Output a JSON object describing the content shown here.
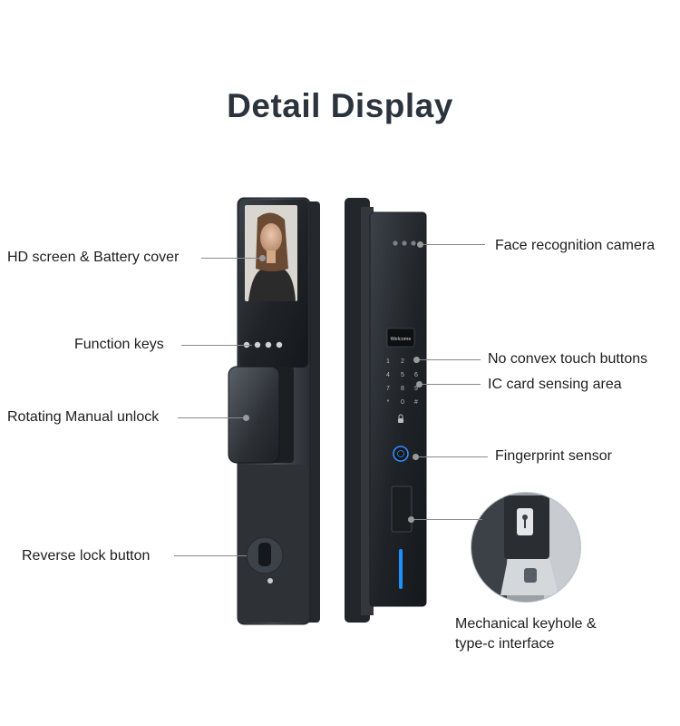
{
  "title": "Detail Display",
  "labels": {
    "hd_screen": "HD screen & Battery cover",
    "function_keys": "Function keys",
    "rotating_unlock": "Rotating Manual unlock",
    "reverse_lock": "Reverse lock button",
    "face_camera": "Face recognition camera",
    "touch_buttons": "No convex touch buttons",
    "ic_card": "IC card sensing area",
    "fingerprint": "Fingerprint sensor",
    "keyhole_line1": "Mechanical keyhole &",
    "keyhole_line2": "type-c interface"
  },
  "screen_text": {
    "welcome": "Welcome"
  },
  "keypad": [
    "1",
    "2",
    "3",
    "4",
    "5",
    "6",
    "7",
    "8",
    "9",
    "*",
    "0",
    "#"
  ],
  "colors": {
    "title": "#2b333c",
    "lock_body": "#3a3f45",
    "indicator": "#1e90ff"
  },
  "icons": [
    "person-photo-icon",
    "fingerprint-icon",
    "lock-icon",
    "keyhole-icon"
  ]
}
